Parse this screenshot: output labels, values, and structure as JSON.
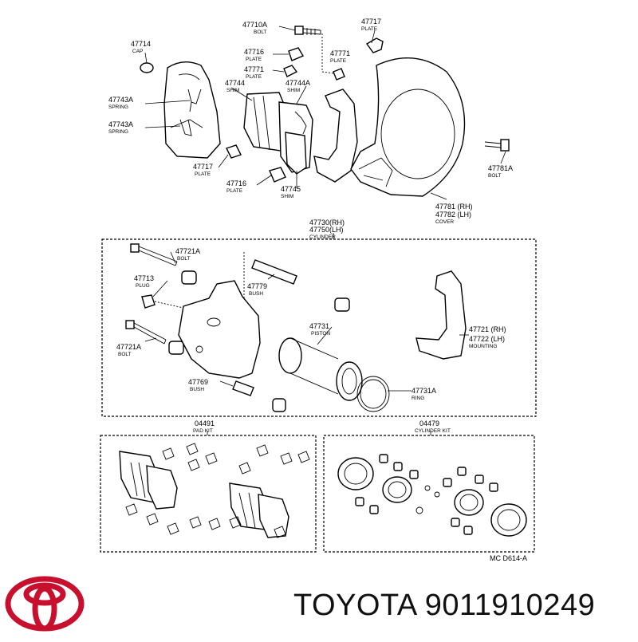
{
  "footer": {
    "brand": "TOYOTA",
    "part_number": "9011910249",
    "code": "MC  D614-A"
  },
  "colors": {
    "logo": "#c8102e",
    "line": "#000000"
  },
  "callouts": [
    {
      "id": "c1",
      "num": "47710A",
      "sub": "BOLT"
    },
    {
      "id": "c2",
      "num": "47717",
      "sub": "PLATE"
    },
    {
      "id": "c3",
      "num": "47714",
      "sub": "CAP"
    },
    {
      "id": "c4",
      "num": "47716",
      "sub": "PLATE"
    },
    {
      "id": "c5",
      "num": "47771",
      "sub": "PLATE"
    },
    {
      "id": "c6",
      "num": "47771",
      "sub": "PLATE"
    },
    {
      "id": "c7",
      "num": "47744",
      "sub": "SHIM"
    },
    {
      "id": "c8",
      "num": "47744A",
      "sub": "SHIM"
    },
    {
      "id": "c9",
      "num": "47743A",
      "sub": "SPRING"
    },
    {
      "id": "c10",
      "num": "47743A",
      "sub": "SPRING"
    },
    {
      "id": "c11",
      "num": "47717",
      "sub": "PLATE"
    },
    {
      "id": "c12",
      "num": "47716",
      "sub": "PLATE"
    },
    {
      "id": "c13",
      "num": "47745",
      "sub": "SHIM"
    },
    {
      "id": "c14",
      "num": "47781A",
      "sub": "BOLT"
    },
    {
      "id": "c15",
      "num": "47781 (RH)",
      "num2": "47782 (LH)",
      "sub": "COVER"
    },
    {
      "id": "c16",
      "num": "47730(RH)",
      "num2": "47750(LH)",
      "sub": "CYLINDER"
    },
    {
      "id": "c17",
      "num": "47721A",
      "sub": "BOLT"
    },
    {
      "id": "c18",
      "num": "47713",
      "sub": "PLUG"
    },
    {
      "id": "c19",
      "num": "47779",
      "sub": "BUSH"
    },
    {
      "id": "c20",
      "num": "47721A",
      "sub": "BOLT"
    },
    {
      "id": "c21",
      "num": "47731",
      "sub": "PISTON"
    },
    {
      "id": "c22",
      "num": "47721 (RH)",
      "num2": "47722 (LH)",
      "sub": "MOUNTING"
    },
    {
      "id": "c23",
      "num": "47769",
      "sub": "BUSH"
    },
    {
      "id": "c24",
      "num": "47731A",
      "sub": "RING"
    },
    {
      "id": "c25",
      "num": "04491",
      "sub": "PAD KIT"
    },
    {
      "id": "c26",
      "num": "04479",
      "sub": "CYLINDER KIT"
    }
  ]
}
